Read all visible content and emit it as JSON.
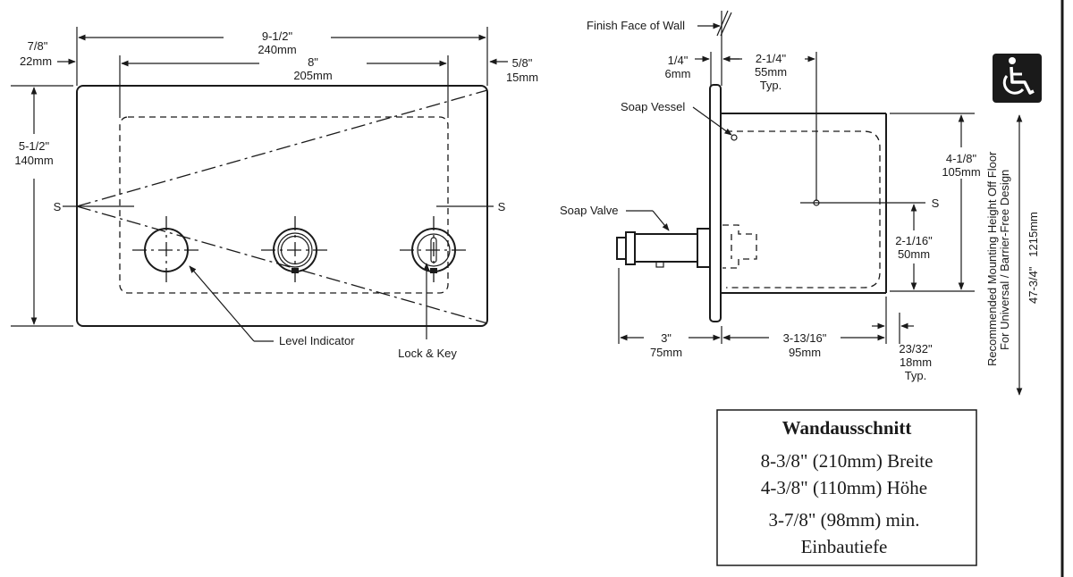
{
  "front_view": {
    "overall_width_in": "9-1/2\"",
    "overall_width_mm": "240mm",
    "cutout_width_in": "8\"",
    "cutout_width_mm": "205mm",
    "left_offset_in": "7/8\"",
    "left_offset_mm": "22mm",
    "right_offset_in": "5/8\"",
    "right_offset_mm": "15mm",
    "height_in": "5-1/2\"",
    "height_mm": "140mm",
    "section_mark_left": "S",
    "section_mark_right": "S",
    "level_indicator_label": "Level Indicator",
    "lock_key_label": "Lock & Key"
  },
  "side_view": {
    "finish_face_label": "Finish Face of Wall",
    "flange_in": "1/4\"",
    "flange_mm": "6mm",
    "depth_top_in": "2-1/4\"",
    "depth_top_mm": "55mm",
    "depth_top_typ": "Typ.",
    "soap_vessel_label": "Soap Vessel",
    "soap_valve_label": "Soap Valve",
    "section_mark": "S",
    "vessel_height_in": "4-1/8\"",
    "vessel_height_mm": "105mm",
    "valve_height_in": "2-1/16\"",
    "valve_height_mm": "50mm",
    "projection_in": "3\"",
    "projection_mm": "75mm",
    "recess_depth_in": "3-13/16\"",
    "recess_depth_mm": "95mm",
    "clearance_in": "23/32\"",
    "clearance_mm": "18mm",
    "clearance_typ": "Typ.",
    "mounting_line1": "Recommended Mounting Height Off Floor",
    "mounting_line2": "For Universal / Barrier-Free Design",
    "mounting_height": "47-3/4\"   1215mm",
    "accessibility_icon": "wheelchair-icon"
  },
  "note_box": {
    "title": "Wandausschnitt",
    "width_line": "8-3/8\" (210mm) Breite",
    "height_line": "4-3/8\" (110mm) Höhe",
    "depth_line1": "3-7/8\" (98mm) min.",
    "depth_line2": "Einbautiefe"
  }
}
